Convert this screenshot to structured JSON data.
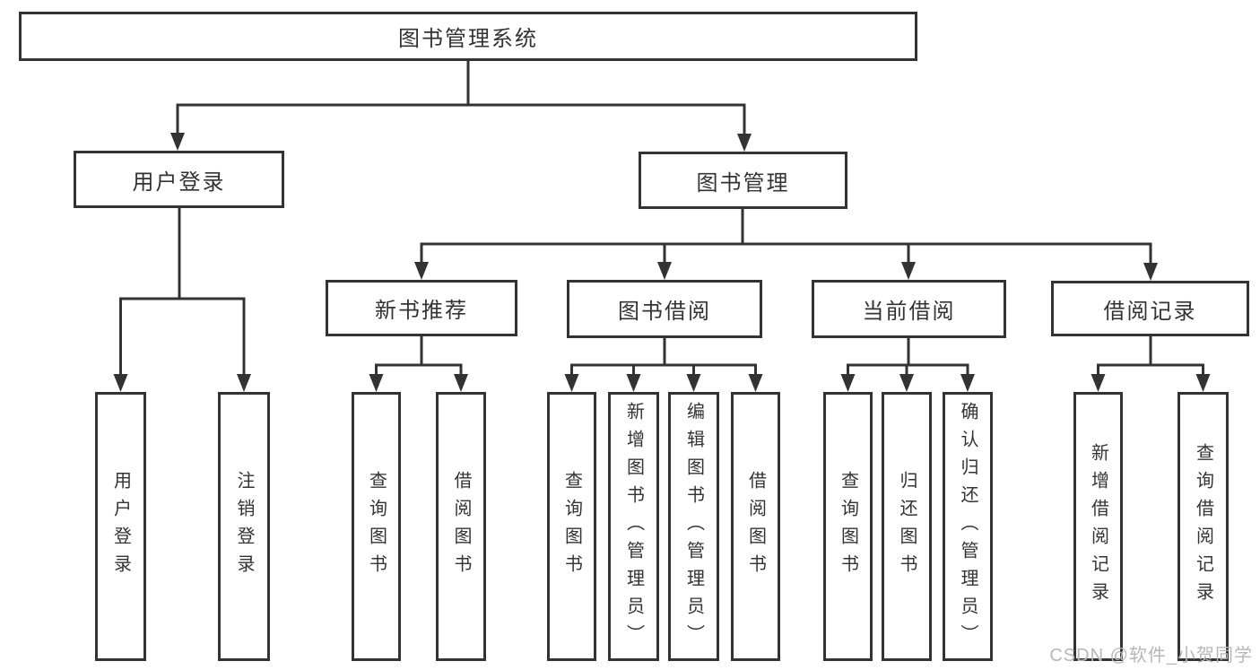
{
  "tree": {
    "label": "图书管理系统",
    "children": [
      {
        "label": "用户登录",
        "children": [
          {
            "label": "用户登录"
          },
          {
            "label": "注销登录"
          }
        ]
      },
      {
        "label": "图书管理",
        "children": [
          {
            "label": "新书推荐",
            "children": [
              {
                "label": "查询图书"
              },
              {
                "label": "借阅图书"
              }
            ]
          },
          {
            "label": "图书借阅",
            "children": [
              {
                "label": "查询图书"
              },
              {
                "label": "新增图书（管理员）"
              },
              {
                "label": "编辑图书（管理员）"
              },
              {
                "label": "借阅图书"
              }
            ]
          },
          {
            "label": "当前借阅",
            "children": [
              {
                "label": "查询图书"
              },
              {
                "label": "归还图书"
              },
              {
                "label": "确认归还（管理员）"
              }
            ]
          },
          {
            "label": "借阅记录",
            "children": [
              {
                "label": "新增借阅记录"
              },
              {
                "label": "查询借阅记录"
              }
            ]
          }
        ]
      }
    ]
  },
  "watermark": {
    "text": "CSDN @软件_小贺同学"
  },
  "colors": {
    "line": "#333333",
    "box_border": "#333333",
    "text": "#333333",
    "watermark": "#b7b7b7",
    "background": "#ffffff"
  }
}
